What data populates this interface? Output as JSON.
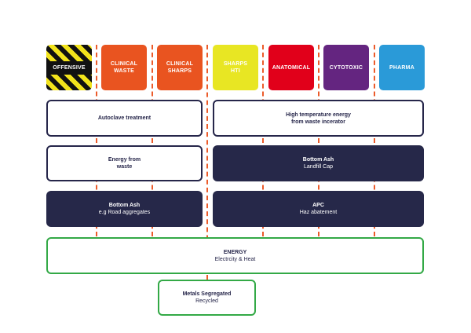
{
  "categories": [
    {
      "id": "offensive",
      "label": "OFFENSIVE",
      "color": "#f2e31b"
    },
    {
      "id": "clinical-waste",
      "label": "CLINICAL\nWASTE",
      "color": "#e95420"
    },
    {
      "id": "clinical-sharps",
      "label": "CLINICAL\nSHARPS",
      "color": "#e95420"
    },
    {
      "id": "sharps-hti",
      "label": "SHARPS\nHTI",
      "color": "#e8e623"
    },
    {
      "id": "anatomical",
      "label": "ANATOMICAL",
      "color": "#e1001a"
    },
    {
      "id": "cytotoxic",
      "label": "CYTOTOXIC",
      "color": "#642580"
    },
    {
      "id": "pharma",
      "label": "PHARMA",
      "color": "#2a9ad8"
    }
  ],
  "process": {
    "autoclave": {
      "title": "Autoclave treatment"
    },
    "high_temp": {
      "title": "High temperature energy",
      "title2": "from waste incerator"
    },
    "energy_from_waste": {
      "title": "Energy from",
      "title2": "waste"
    },
    "bottom_ash_landfill": {
      "title": "Bottom Ash",
      "subtitle": "Landfill Cap"
    },
    "bottom_ash_road": {
      "title": "Bottom Ash",
      "subtitle": "e.g Road aggregates"
    },
    "apc": {
      "title": "APC",
      "subtitle": "Haz abatement"
    },
    "energy": {
      "title": "ENERGY",
      "subtitle": "Electrcity & Heat"
    },
    "metals": {
      "title": "Metals Segregated",
      "subtitle": "Recycled"
    }
  },
  "colors": {
    "connector": "#ec5b2a",
    "navy": "#262849",
    "green": "#33a946"
  }
}
